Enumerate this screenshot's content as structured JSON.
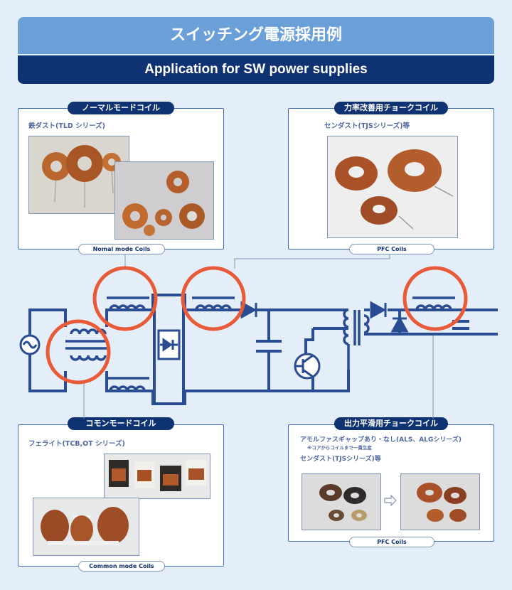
{
  "header": {
    "title_ja": "スイッチング電源採用例",
    "title_en": "Application for SW power supplies"
  },
  "panels": {
    "normal": {
      "tag": "ノーマルモードコイル",
      "subtitle": "鉄ダスト(TLD シリーズ)",
      "caption": "Nomal mode Coils"
    },
    "pfc": {
      "tag": "力率改善用チョークコイル",
      "subtitle": "センダスト(TJSシリーズ)等",
      "caption": "PFC Coils"
    },
    "common": {
      "tag": "コモンモードコイル",
      "subtitle": "フェライト(TCB,OT シリーズ)",
      "caption": "Common mode Coils"
    },
    "output": {
      "tag": "出力平滑用チョークコイル",
      "subtitle1": "アモルファスギャップあり・なし(ALS、ALGシリーズ)",
      "note": "※コアからコイルまで一貫生産",
      "subtitle2": "センダスト(TJSシリーズ)等",
      "caption": "PFC Coils"
    }
  },
  "colors": {
    "circuit": "#2a4c93",
    "highlight": "#e95a38",
    "header_light": "#6a9fd8",
    "header_dark": "#0f3273"
  }
}
